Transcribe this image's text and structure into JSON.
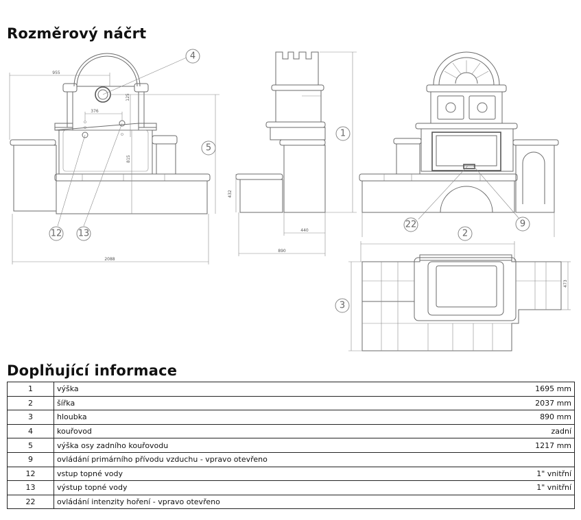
{
  "sections": {
    "sketch_title": "Rozměrový náčrt",
    "info_title": "Doplňující informace"
  },
  "callouts": {
    "c1": "1",
    "c2": "2",
    "c3": "3",
    "c4": "4",
    "c5": "5",
    "c9": "9",
    "c12": "12",
    "c13": "13",
    "c22": "22"
  },
  "dimensions": {
    "d955": "955",
    "d376": "376",
    "d125": "125",
    "d815": "815",
    "d2088": "2088",
    "d432": "432",
    "d440": "440",
    "d890": "890",
    "d473": "473"
  },
  "table": {
    "rows": [
      {
        "num": "1",
        "label": "výška",
        "value": "1695 mm"
      },
      {
        "num": "2",
        "label": "šířka",
        "value": "2037 mm"
      },
      {
        "num": "3",
        "label": "hloubka",
        "value": "890 mm"
      },
      {
        "num": "4",
        "label": "kouřovod",
        "value": "zadní"
      },
      {
        "num": "5",
        "label": "výška osy zadního kouřovodu",
        "value": "1217 mm"
      },
      {
        "num": "9",
        "label": "ovládání primárního přívodu vzduchu - vpravo otevřeno",
        "value": ""
      },
      {
        "num": "12",
        "label": "vstup topné vody",
        "value": "1\" vnitřní"
      },
      {
        "num": "13",
        "label": "výstup topné vody",
        "value": "1\" vnitřní"
      },
      {
        "num": "22",
        "label": "ovládání intenzity hoření - vpravo otevřeno",
        "value": ""
      }
    ]
  }
}
